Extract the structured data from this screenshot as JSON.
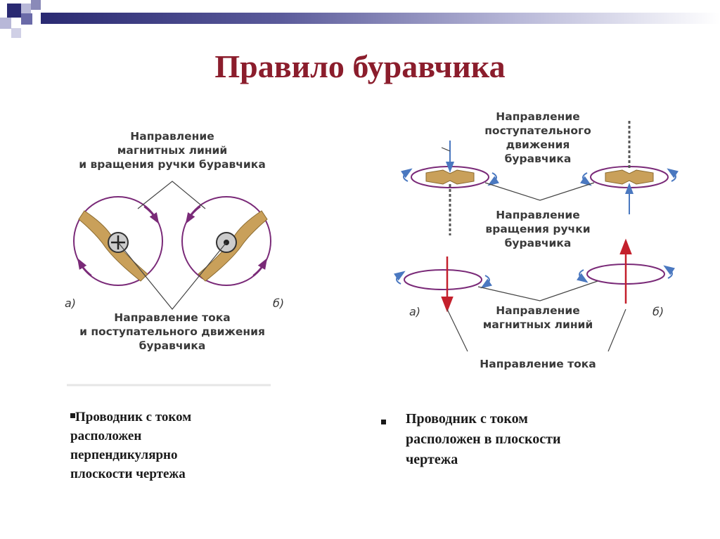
{
  "title": "Правило буравчика",
  "colors": {
    "title": "#8b1d2c",
    "accent_bar": "#2a2a72",
    "arrow_red": "#c4202c",
    "arrow_blue": "#4a78c0",
    "circle": "#7a2a78",
    "handle": "#c9a05a"
  },
  "left_diagram": {
    "label_top": [
      "Направление",
      "магнитных линий",
      "и вращения ручки буравчика"
    ],
    "label_bottom": [
      "Направление тока",
      "и поступательного движения",
      "буравчика"
    ],
    "letter_a": "а)",
    "letter_b": "б)"
  },
  "right_diagram": {
    "label_top": [
      "Направление",
      "поступательного",
      "движения",
      "буравчика"
    ],
    "label_middle": [
      "Направление",
      "вращения ручки",
      "буравчика"
    ],
    "label_magnetic": [
      "Направление",
      "магнитных линий"
    ],
    "label_current": "Направление тока",
    "letter_a": "а)",
    "letter_b": "б)"
  },
  "captions": {
    "left": [
      "Проводник с током",
      "расположен",
      "перпендикулярно",
      "плоскости чертежа"
    ],
    "right": [
      "Проводник с током",
      "расположен в плоскости",
      "чертежа"
    ]
  }
}
